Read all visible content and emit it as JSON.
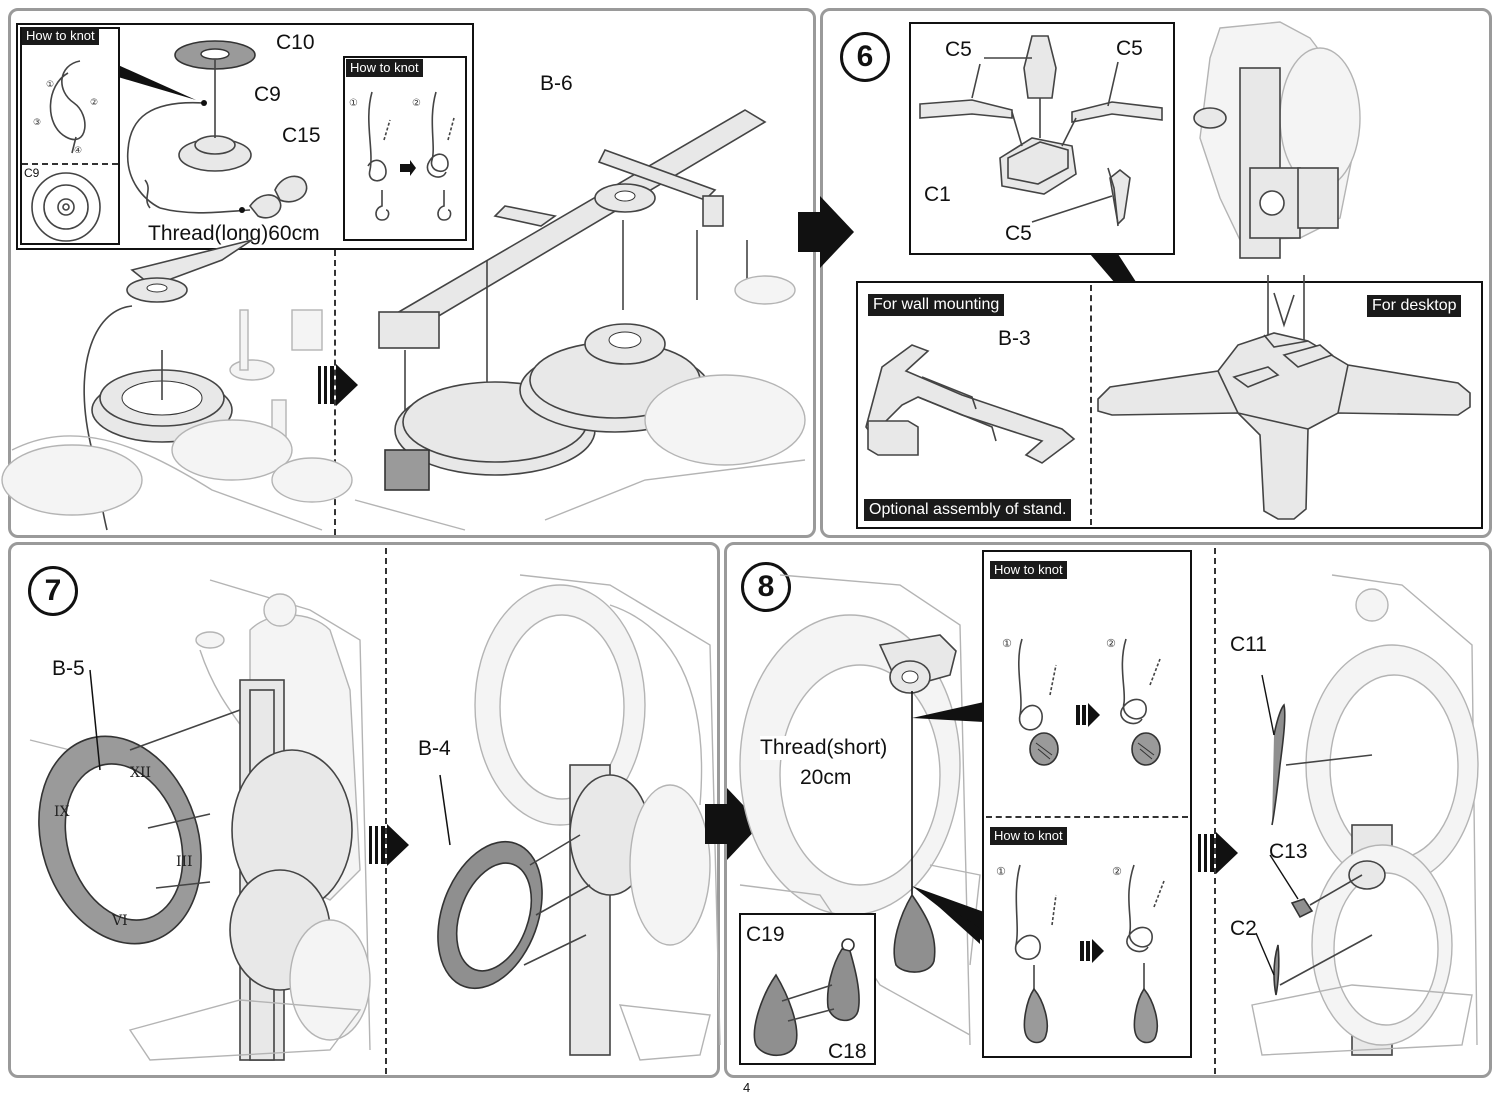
{
  "page_number": "4",
  "top_left": {
    "how_to_knot": "How to knot",
    "how_to_knot_inner": "How to knot",
    "c9_inset_label": "C9",
    "parts": [
      "C10",
      "C9",
      "C15"
    ],
    "thread_label": "Thread(long)60cm",
    "b6_label": "B-6",
    "steps": [
      "①",
      "②",
      "③",
      "④"
    ]
  },
  "step6": {
    "number": "6",
    "parts": [
      "C5",
      "C5",
      "C1",
      "C5"
    ],
    "wall_tag": "For wall mounting",
    "desk_tag": "For desktop",
    "b3_label": "B-3",
    "optional_tag": "Optional assembly of stand."
  },
  "step7": {
    "number": "7",
    "b5_label": "B-5",
    "b4_label": "B-4",
    "numerals": [
      "XII",
      "III",
      "VI",
      "IX"
    ]
  },
  "step8": {
    "number": "8",
    "thread_short": "Thread(short)",
    "thread_len": "20cm",
    "c19": "C19",
    "c18": "C18",
    "how_to_knot_a": "How to knot",
    "how_to_knot_b": "How to knot",
    "c11": "C11",
    "c13": "C13",
    "c2": "C2"
  },
  "colors": {
    "frame": "#9a9a9a",
    "ink": "#111111",
    "part_fill": "#9a9a9a"
  }
}
